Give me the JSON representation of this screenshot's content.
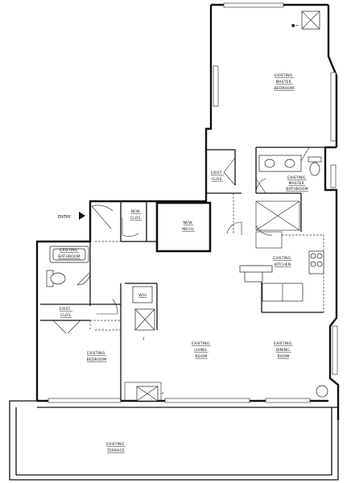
{
  "rooms": {
    "master_bedroom": [
      "EXISTING",
      "MASTER",
      "BEDROOM"
    ],
    "master_bathroom": [
      "EXISTING",
      "MASTER",
      "BATHROOM"
    ],
    "exist_clos_top": [
      "EXIST.",
      "CLOS."
    ],
    "new_clos": [
      "NEW",
      "CLOS."
    ],
    "new_mech": [
      "NEW",
      "MECH."
    ],
    "existing_kitchen": [
      "EXISTING",
      "KITCHEN"
    ],
    "existing_bathroom": [
      "EXISTING",
      "BATHROOM"
    ],
    "wh": [
      "W/H"
    ],
    "exist_clos_left": [
      "EXIST.",
      "CLOS."
    ],
    "existing_bedroom": [
      "EXISTING",
      "BEDROOM"
    ],
    "living_room": [
      "EXISTING",
      "LIVING",
      "ROOM"
    ],
    "dining_room": [
      "EXISTING",
      "DINING",
      "ROOM"
    ],
    "terrace": [
      "EXISTING",
      "TERRACE"
    ]
  },
  "entry_label": "ENTRY",
  "icons": [
    "entry-arrow-icon",
    "door-swing-icon",
    "sink-icon",
    "toilet-icon",
    "bathtub-icon",
    "stove-icon",
    "hvac-unit-icon",
    "window-icon"
  ]
}
